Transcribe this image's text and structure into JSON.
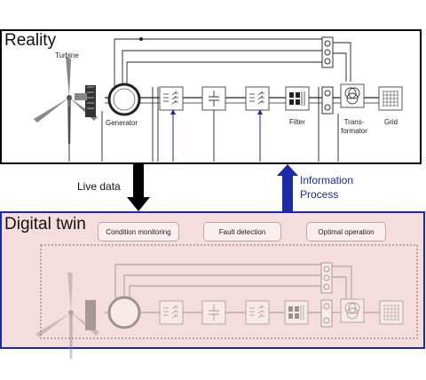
{
  "reality": {
    "title": "Reality",
    "components": {
      "turbine": "Turbine",
      "generator": "Generator",
      "filter": "Filter",
      "transformator": "Trans-\nformator",
      "grid": "Grid"
    }
  },
  "arrows": {
    "live_data": "Live data",
    "information_process": "Information\nProcess"
  },
  "digital_twin": {
    "title": "Digital twin",
    "functions": [
      "Condition monitoring",
      "Fault detection",
      "Optimal operation"
    ]
  },
  "colors": {
    "frame_reality": "#000000",
    "frame_twin": "#1a2aa8",
    "twin_background": "#f6dddd",
    "info_arrow": "#1a2aa8",
    "live_arrow": "#000000"
  }
}
